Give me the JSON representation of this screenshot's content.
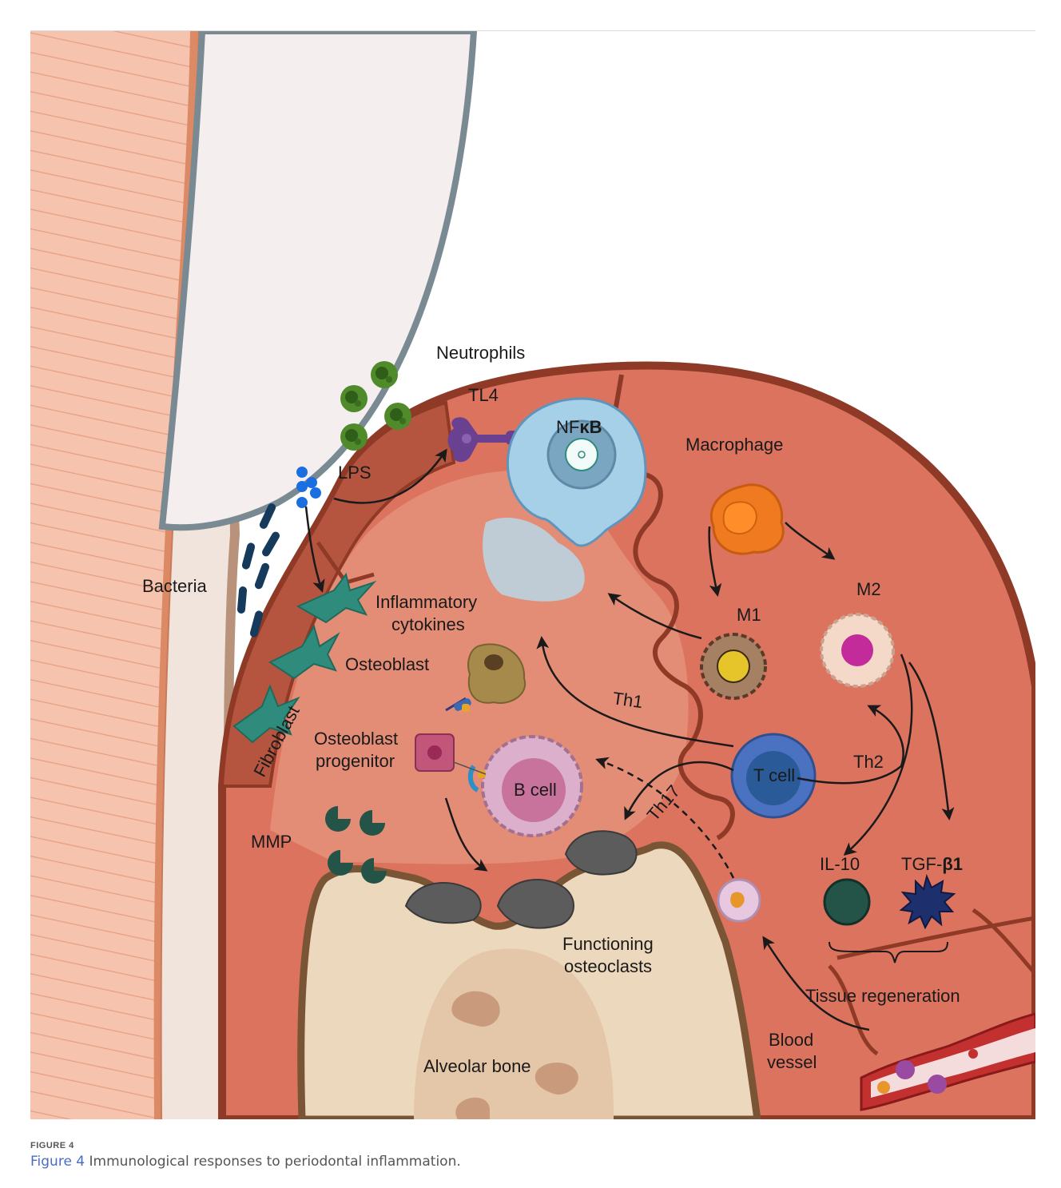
{
  "labels": {
    "neutrophils": "Neutrophils",
    "tl4": "TL4",
    "lps": "LPS",
    "nfkb_prefix": "NF",
    "nfkb_suffix": "κB",
    "macrophage": "Macrophage",
    "bacteria": "Bacteria",
    "inflammatory_line1": "Inflammatory",
    "inflammatory_line2": "cytokines",
    "m1": "M1",
    "m2": "M2",
    "osteoblast": "Osteoblast",
    "th1": "Th1",
    "th2": "Th2",
    "th17": "Th17",
    "fibroblast": "Fibroblast",
    "progenitor_line1": "Osteoblast",
    "progenitor_line2": "progenitor",
    "t_cell": "T cell",
    "b_cell": "B cell",
    "mmp": "MMP",
    "il10": "IL-10",
    "tgf_prefix": "TGF-",
    "tgf_suffix": "β1",
    "osteoclasts_line1": "Functioning",
    "osteoclasts_line2": "osteoclasts",
    "tissue_regeneration": "Tissue regeneration",
    "blood_line1": "Blood",
    "blood_line2": "vessel",
    "alveolar_bone": "Alveolar bone"
  },
  "caption": {
    "figure_label": "FIGURE 4",
    "figure_ref": "Figure 4",
    "text": " Immunological responses to periodontal inflammation."
  },
  "colors": {
    "gingiva_outline": "#8e3a26",
    "gingiva_fill": "#dc735f",
    "tissue_inner": "#e08a73",
    "bone_fill": "#ecd8bc",
    "enamel_fill": "#f5eeee",
    "root_fill": "#f2a98a",
    "neutrophil": "#4f8a2b",
    "macrophage": "#ef7a1f",
    "nfkb_cell": "#a6cfe8",
    "tl4": "#6a4090",
    "bacteria": "#163a5c",
    "fibroblast": "#2f8c7c",
    "t_cell": "#4a72c0",
    "b_cell": "#dcb0cc",
    "osteoclast": "#5c5c5c",
    "il10": "#245447",
    "tgf": "#1e2f6e"
  }
}
